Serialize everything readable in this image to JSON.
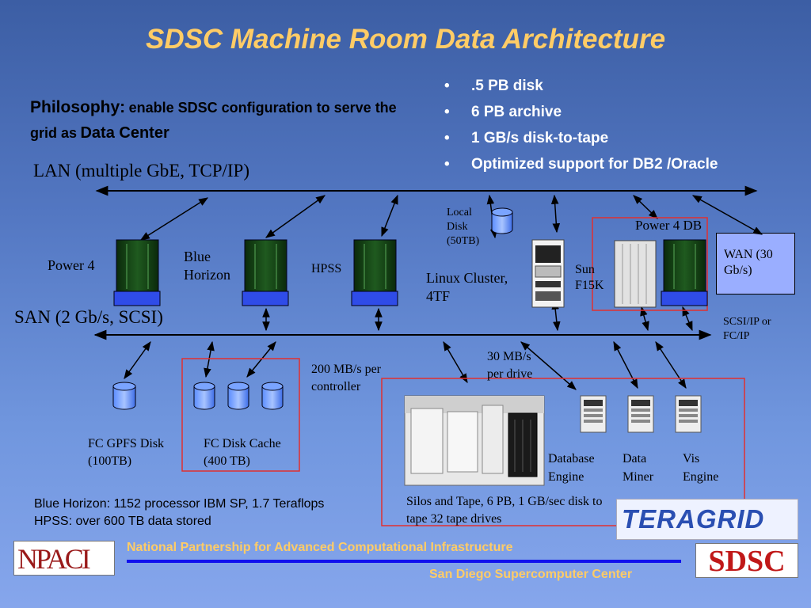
{
  "title": "SDSC Machine Room Data Architecture",
  "philosophy": {
    "label": "Philosophy:",
    "text_part1": "enable SDSC configuration to serve the grid as",
    "text_part2": "Data Center"
  },
  "bullets": [
    ".5 PB disk",
    "6 PB archive",
    "1 GB/s disk-to-tape",
    "Optimized support for DB2 /Oracle"
  ],
  "lan_label": "LAN (multiple GbE, TCP/IP)",
  "san_label": "SAN (2 Gb/s, SCSI)",
  "nodes": {
    "power4": "Power 4",
    "blue_horizon": "Blue Horizon",
    "hpss": "HPSS",
    "local_disk": "Local Disk (50TB)",
    "linux_cluster": "Linux Cluster, 4TF",
    "sun": "Sun F15K",
    "power4_db": "Power 4 DB",
    "wan": "WAN (30 Gb/s)",
    "scsi_ip": "SCSI/IP or FC/IP",
    "controller_rate": "200 MB/s per controller",
    "drive_rate": "30 MB/s per drive",
    "fc_gpfs": "FC GPFS Disk (100TB)",
    "fc_cache": "FC Disk Cache (400 TB)",
    "database_engine": "Database Engine",
    "data_miner": "Data Miner",
    "vis_engine": "Vis Engine",
    "silos": "Silos and Tape, 6 PB, 1 GB/sec disk to tape 32 tape drives"
  },
  "note": "Blue Horizon:  1152 processor IBM SP, 1.7 Teraflops  HPSS: over 600 TB data stored",
  "footer": {
    "org1": "National Partnership for Advanced Computational Infrastructure",
    "org2": "San Diego Supercomputer Center"
  },
  "logos": {
    "npaci": "NPACI",
    "teragrid": "TERAGRID",
    "sdsc": "SDSC"
  },
  "colors": {
    "title": "#ffcc66",
    "highlight_box": "#e03030",
    "line": "#000000",
    "wan_box": "#9aaeff",
    "footer_line": "#1010ee"
  }
}
